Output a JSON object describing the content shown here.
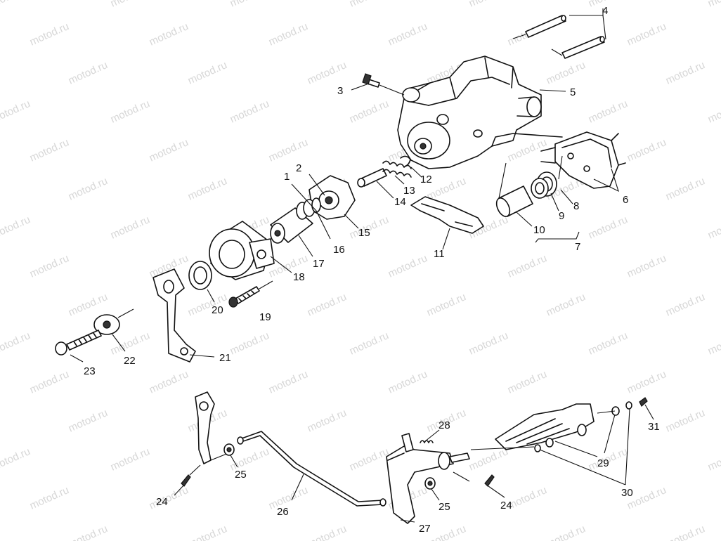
{
  "watermark": {
    "text": "motod.ru",
    "color": "#d7d7d7"
  },
  "callouts": {
    "c1": "1",
    "c2": "2",
    "c3": "3",
    "c4": "4",
    "c5": "5",
    "c6": "6",
    "c7": "7",
    "c8": "8",
    "c9": "9",
    "c10": "10",
    "c11": "11",
    "c12": "12",
    "c13": "13",
    "c14": "14",
    "c15": "15",
    "c16": "16",
    "c17": "17",
    "c18": "18",
    "c19": "19",
    "c20": "20",
    "c21": "21",
    "c22": "22",
    "c23": "23",
    "c24a": "24",
    "c24b": "24",
    "c25a": "25",
    "c25b": "25",
    "c26": "26",
    "c27": "27",
    "c28": "28",
    "c29": "29",
    "c30": "30",
    "c31": "31"
  }
}
